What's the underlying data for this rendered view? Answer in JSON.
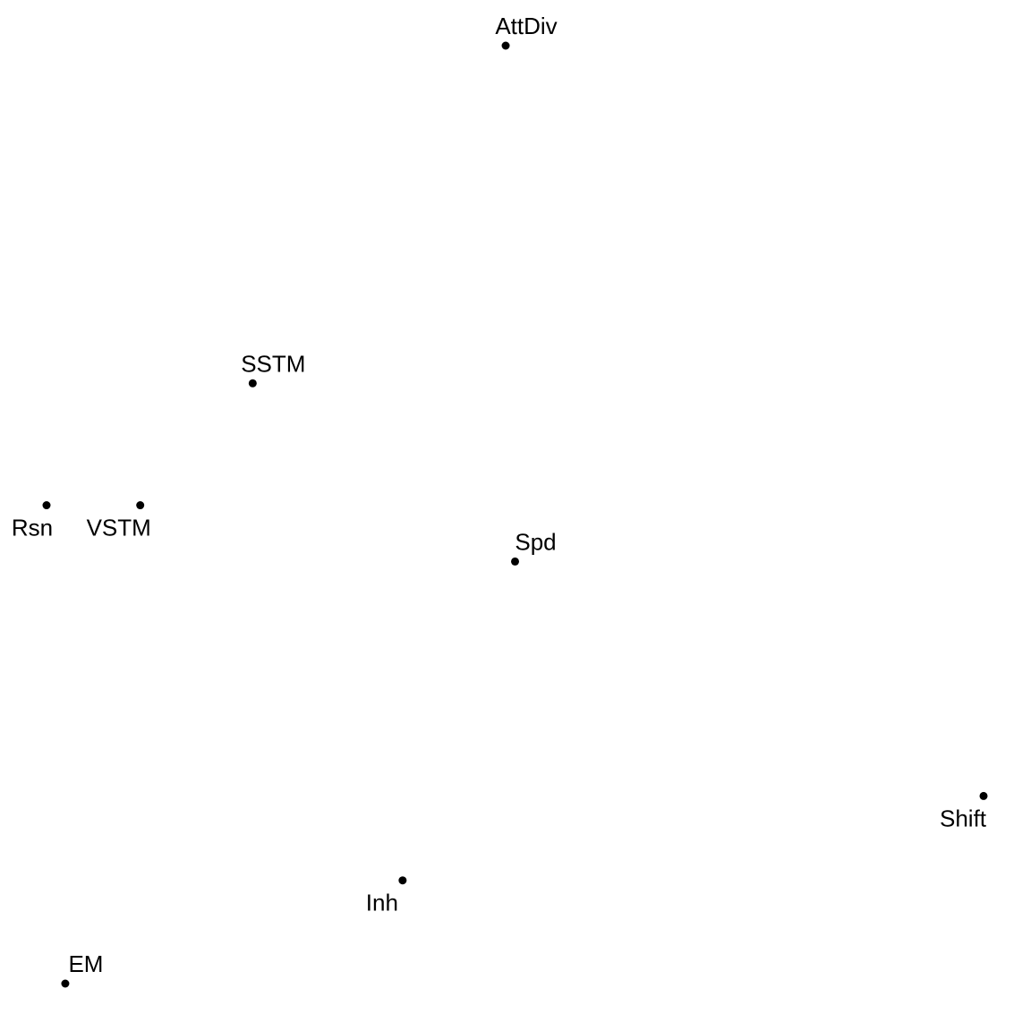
{
  "chart_data": {
    "type": "scatter",
    "title": "",
    "xlabel": "",
    "ylabel": "",
    "axes_visible": false,
    "grid": false,
    "legend": "none",
    "point_color": "#000000",
    "xlim": [
      0,
      1
    ],
    "ylim": [
      0,
      1
    ],
    "points": [
      {
        "label": "AttDiv",
        "x": 0.49,
        "y": 1.0,
        "label_pos": "above"
      },
      {
        "label": "SSTM",
        "x": 0.22,
        "y": 0.64,
        "label_pos": "above"
      },
      {
        "label": "Rsn",
        "x": 0.0,
        "y": 0.51,
        "label_pos": "below"
      },
      {
        "label": "VSTM",
        "x": 0.1,
        "y": 0.51,
        "label_pos": "below"
      },
      {
        "label": "Spd",
        "x": 0.5,
        "y": 0.45,
        "label_pos": "above"
      },
      {
        "label": "Shift",
        "x": 1.0,
        "y": 0.2,
        "label_pos": "below"
      },
      {
        "label": "Inh",
        "x": 0.38,
        "y": 0.11,
        "label_pos": "below"
      },
      {
        "label": "EM",
        "x": 0.02,
        "y": 0.0,
        "label_pos": "above"
      }
    ]
  }
}
